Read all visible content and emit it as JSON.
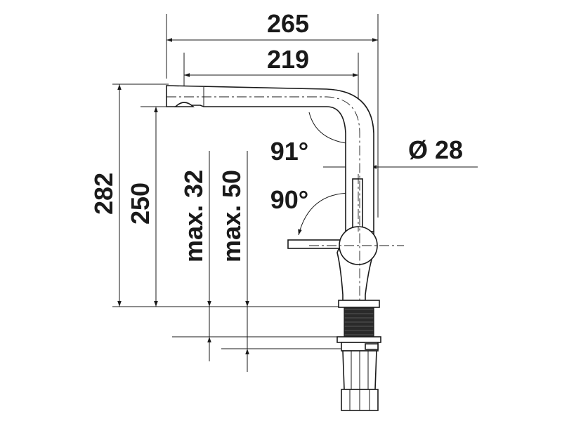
{
  "drawing": {
    "dims": {
      "width_total": "265",
      "reach": "219",
      "height_total": "282",
      "spout_height": "250",
      "max_32": "max. 32",
      "max_50": "max. 50",
      "angle_spout": "91°",
      "angle_lever": "90°",
      "diameter": "Ø 28"
    }
  }
}
